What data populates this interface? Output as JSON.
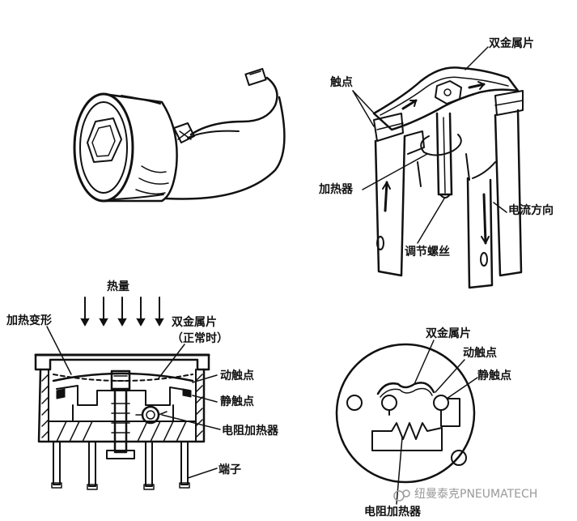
{
  "labels": {
    "bimetal_top": "双金属片",
    "contact_top": "触点",
    "heater_top": "加热器",
    "current_direction": "电流方向",
    "adjust_screw": "调节螺丝",
    "heat": "热量",
    "heating_deform": "加热变形",
    "bimetal_normal": "双金属片",
    "normal_state": "（正常时）",
    "moving_contact_left": "动触点",
    "static_contact_left": "静触点",
    "resistance_heater_left": "电阻加热器",
    "terminal": "端子",
    "bimetal_right": "双金属片",
    "moving_contact_right": "动触点",
    "static_contact_right": "静触点",
    "resistance_heater_right": "电阻加热器"
  },
  "watermark": {
    "text": "纽曼泰克PNEUMATECH"
  },
  "colors": {
    "ink": "#111111",
    "watermark": "#9a9a9a",
    "background": "#ffffff"
  }
}
